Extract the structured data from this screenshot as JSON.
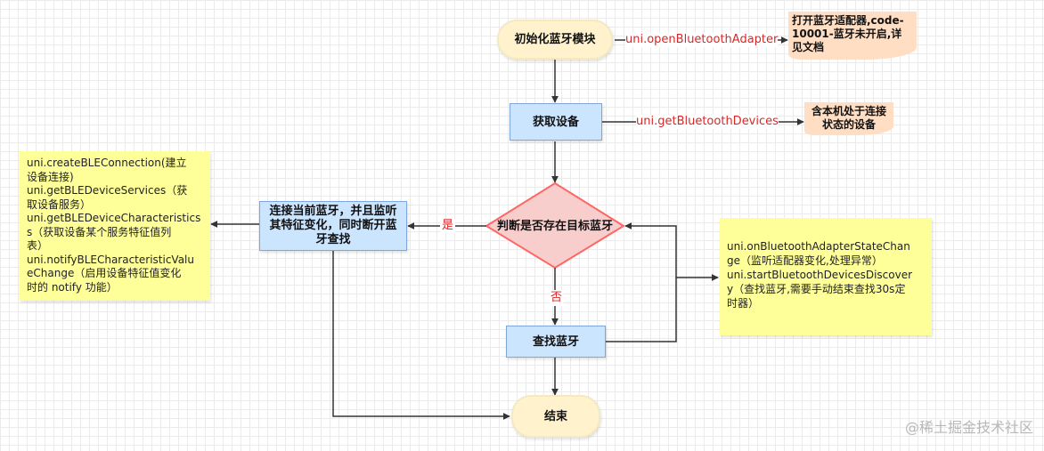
{
  "nodes": {
    "init": "初始化蓝牙模块",
    "get_devices": "获取设备",
    "decision": "判断是否存在目标蓝牙",
    "connect_lines": [
      "连接当前蓝牙，并且监听",
      "其特征变化，同时断开蓝",
      "牙查找"
    ],
    "search": "查找蓝牙",
    "end": "结束"
  },
  "edge_labels": {
    "open_adapter": "uni.openBluetoothAdapter",
    "get_devices_api": "uni.getBluetoothDevices",
    "yes": "是",
    "no": "否"
  },
  "docs": {
    "adapter_lines": [
      "打开蓝牙适配器,code-",
      "10001-蓝牙未开启,详",
      "见文档"
    ],
    "devices_lines": [
      "含本机处于连接",
      "状态的设备"
    ]
  },
  "notes": {
    "left_lines": [
      "uni.createBLEConnection(建立",
      "设备连接)",
      "uni.getBLEDeviceServices（获",
      "取设备服务）",
      "uni.getBLEDeviceCharacteristics",
      "s（获取设备某个服务特征值列",
      "表）",
      "uni.notifyBLECharacteristicValu",
      "eChange（启用设备特征值变化",
      "时的 notify 功能）"
    ],
    "right_lines": [
      "uni.onBluetoothAdapterStateChan",
      "ge（监听适配器变化,处理异常）",
      "uni.startBluetoothDevicesDiscover",
      "y（查找蓝牙,需要手动结束查找30s定",
      "时器）"
    ]
  },
  "watermark": "@稀土掘金技术社区",
  "colors": {
    "terminal_fill": "#fff2cc",
    "process_fill": "#cce5ff",
    "decision_fill": "#f8cecc",
    "decision_stroke": "#ff6666",
    "note_fill": "#ffff99",
    "doc_fill": "#ffdec4",
    "label_red": "#d62828",
    "arrow": "#333333"
  }
}
